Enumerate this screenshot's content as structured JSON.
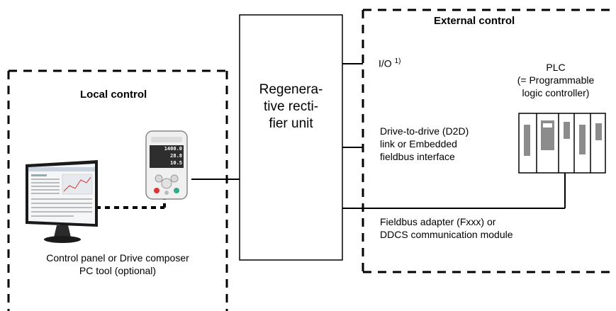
{
  "local": {
    "title": "Local control",
    "caption_line1": "Control panel or Drive composer",
    "caption_line2": "PC tool (optional)"
  },
  "unit": {
    "line1": "Regenera-",
    "line2": "tive recti-",
    "line3": "fier unit"
  },
  "external": {
    "title": "External control",
    "io_label": "I/O",
    "io_footnote": "1)",
    "d2d_line1": "Drive-to-drive (D2D)",
    "d2d_line2": "link or Embedded",
    "d2d_line3": "fieldbus interface",
    "fb_line1": "Fieldbus adapter (Fxxx) or",
    "fb_line2": "DDCS communication module",
    "plc_line1": "PLC",
    "plc_line2": "(= Programmable",
    "plc_line3": "logic controller)"
  },
  "panel_display": {
    "row1": "1400.0",
    "row2": "28.8",
    "row3": "10.5"
  }
}
